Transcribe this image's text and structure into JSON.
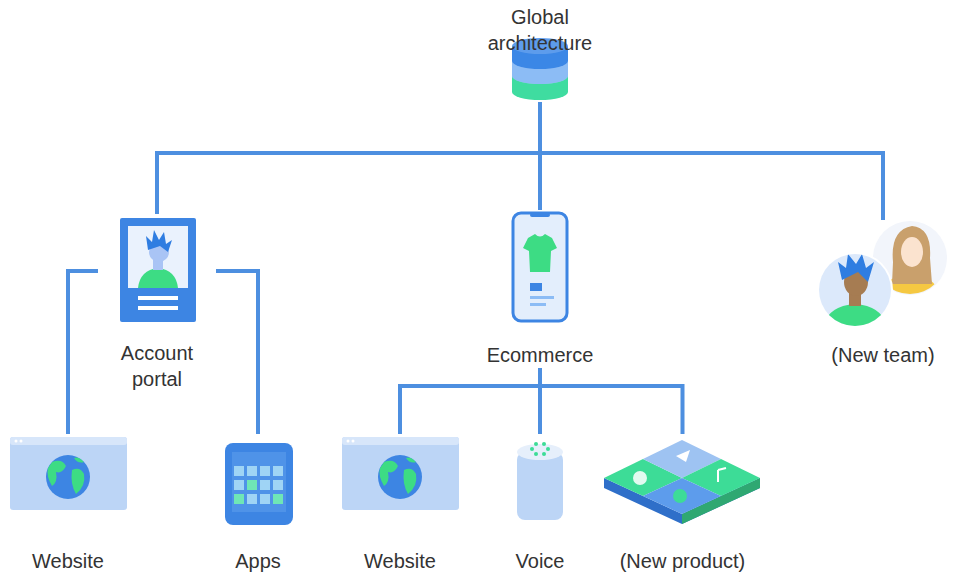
{
  "diagram": {
    "nodes": [
      {
        "text": [
          "Global architecture"
        ]
      },
      {
        "text": [
          "Account portal"
        ]
      },
      {
        "text": [
          "Ecommerce"
        ]
      },
      {
        "text": [
          "(New team)"
        ]
      },
      {
        "text": [
          "Website"
        ]
      },
      {
        "text": [
          "Apps"
        ]
      },
      {
        "text": [
          "Website"
        ]
      },
      {
        "text": [
          "Voice"
        ]
      },
      {
        "text": [
          "(New product)"
        ]
      }
    ],
    "edges": [
      {
        "from": 0,
        "to": 1,
        "arrow": "none"
      },
      {
        "from": 0,
        "to": 2,
        "arrow": "none"
      },
      {
        "from": 0,
        "to": 3,
        "arrow": "none"
      },
      {
        "from": 1,
        "to": 4,
        "arrow": "none"
      },
      {
        "from": 1,
        "to": 5,
        "arrow": "none"
      },
      {
        "from": 2,
        "to": 6,
        "arrow": "none"
      },
      {
        "from": 2,
        "to": 7,
        "arrow": "none"
      },
      {
        "from": 2,
        "to": 8,
        "arrow": "none"
      }
    ]
  }
}
